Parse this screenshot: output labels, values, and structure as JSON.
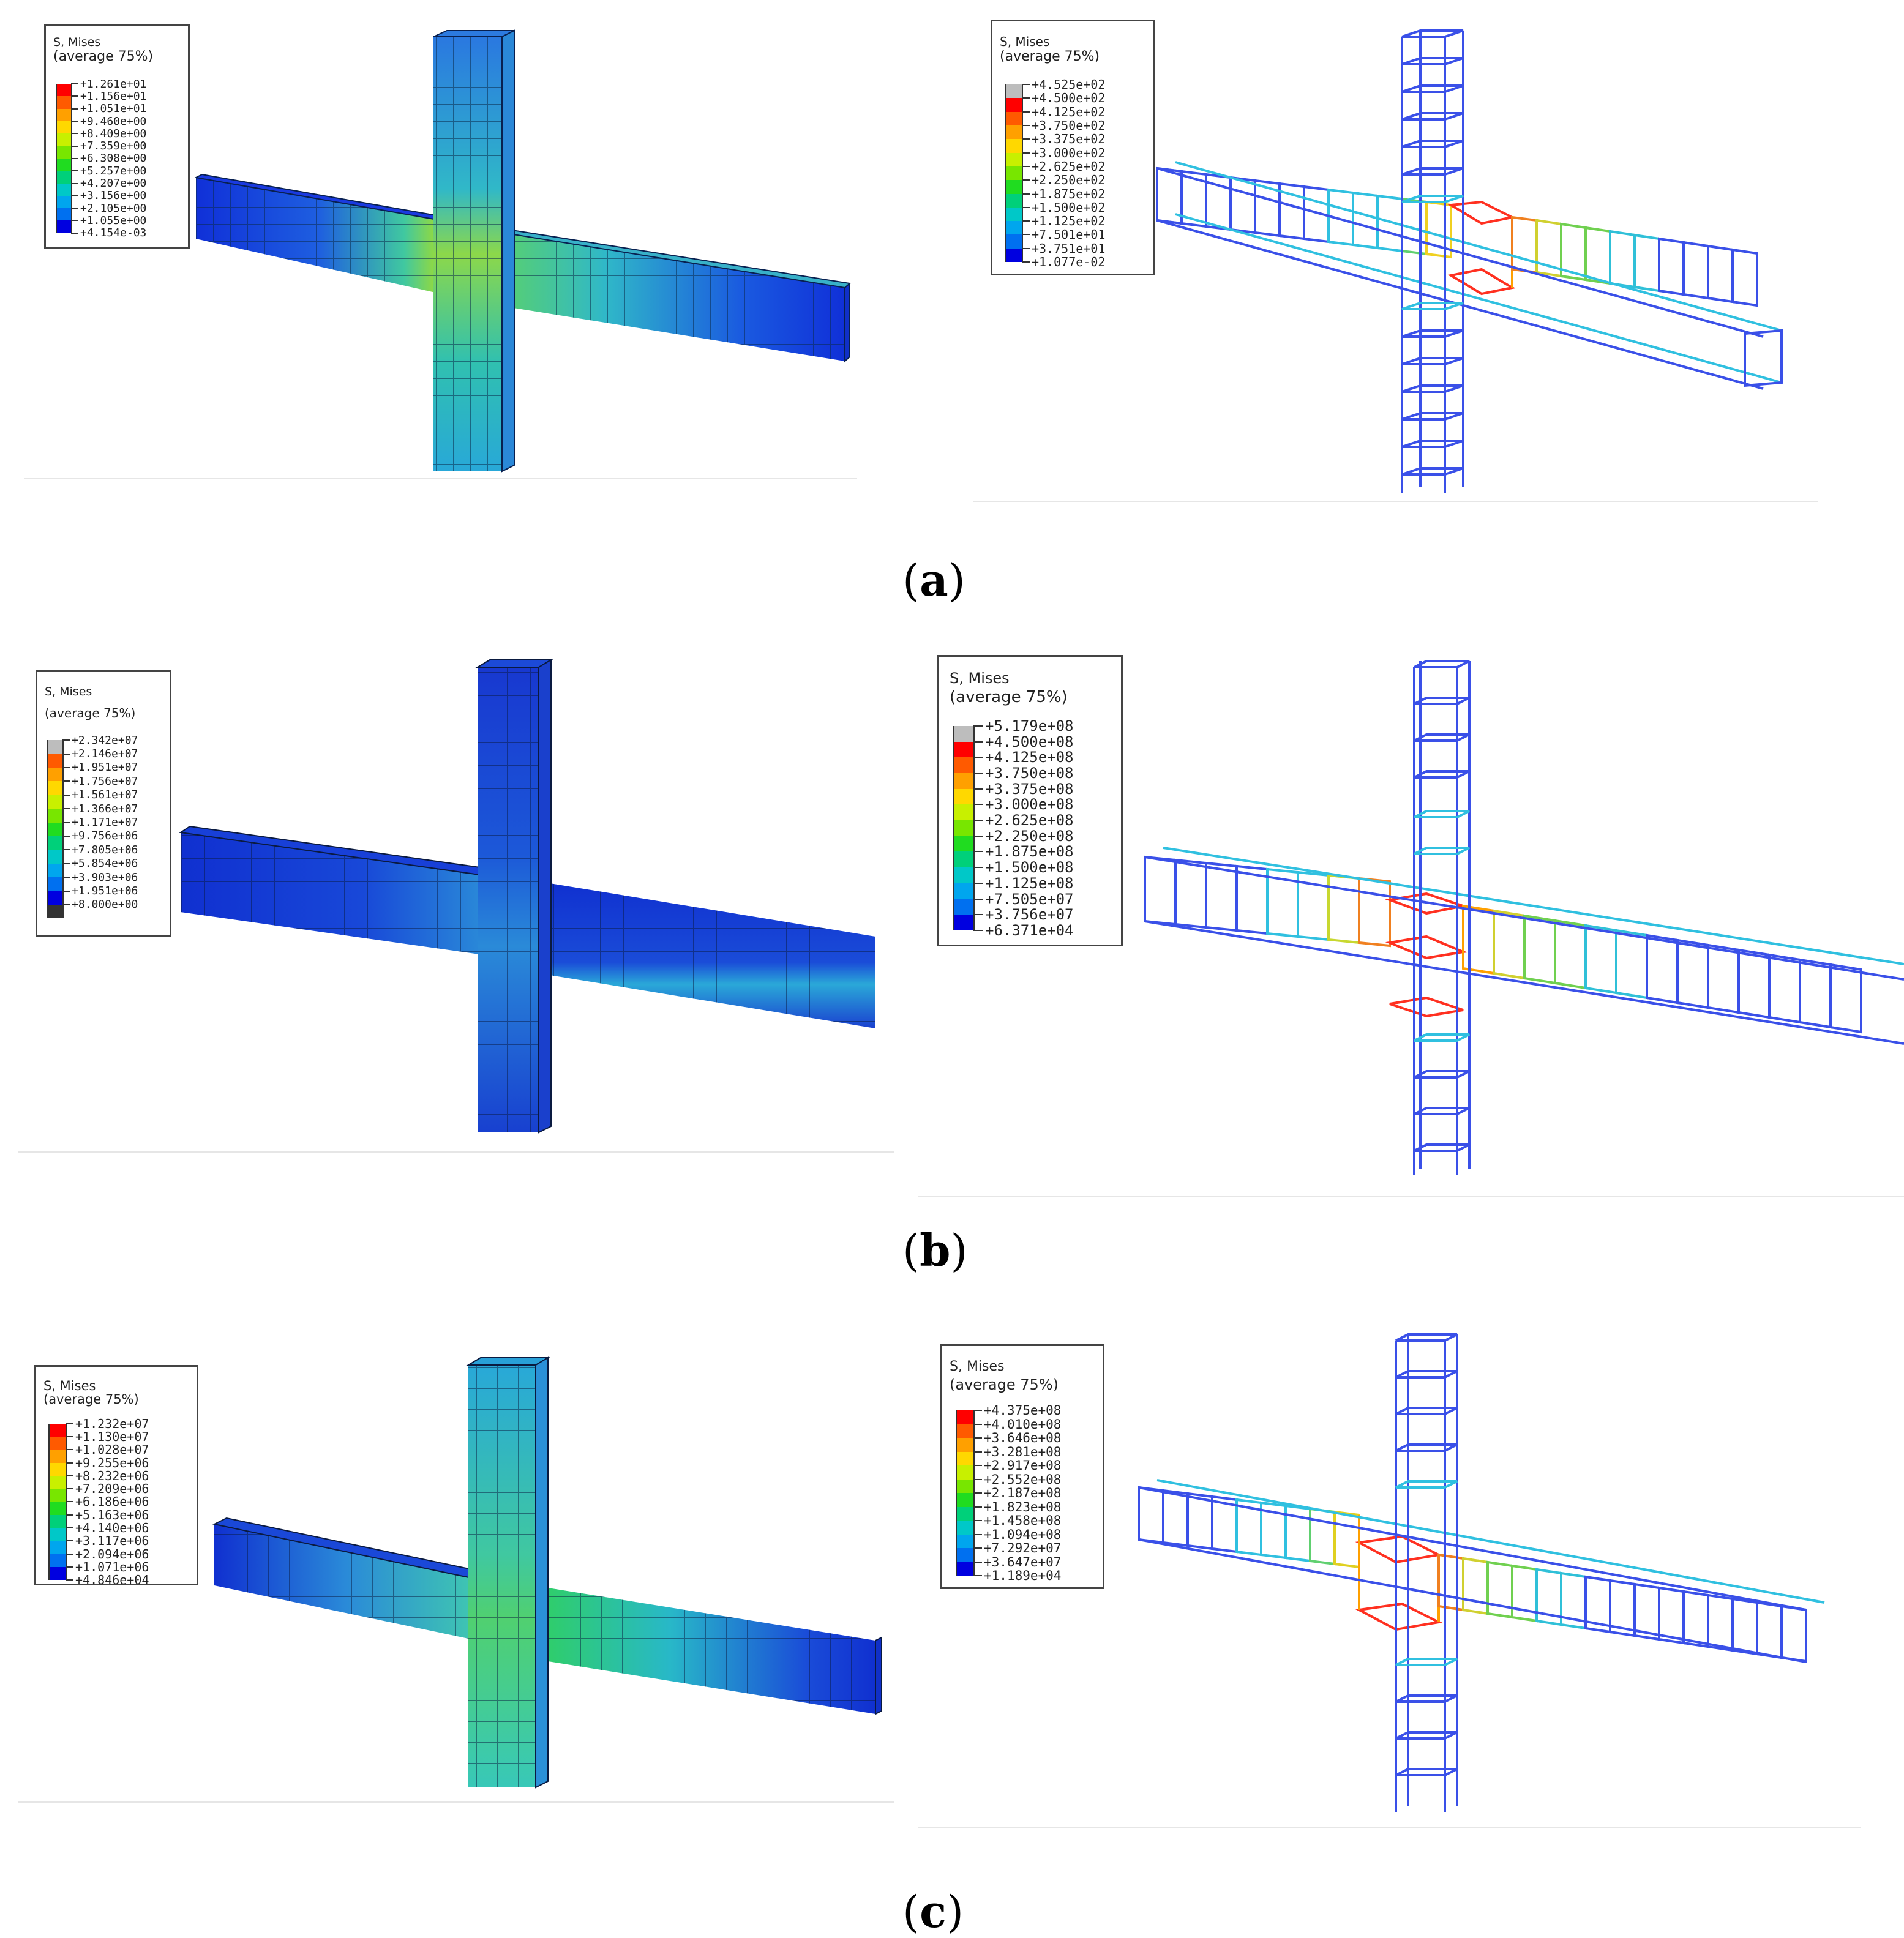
{
  "figure": {
    "captions": [
      "a",
      "b",
      "c"
    ],
    "legend_title": "S, Mises",
    "legend_subtitle": "(average 75%)"
  },
  "panels": [
    {
      "id": "a-concrete",
      "type": "solid",
      "legend_values": [
        "+1.261e+01",
        "+1.156e+01",
        "+1.051e+01",
        "+9.460e+00",
        "+8.409e+00",
        "+7.359e+00",
        "+6.308e+00",
        "+5.257e+00",
        "+4.207e+00",
        "+3.156e+00",
        "+2.105e+00",
        "+1.055e+00",
        "+4.154e-03"
      ],
      "legend_colors": [
        "#ff0000",
        "#ff5a00",
        "#ffa000",
        "#ffd800",
        "#c8f000",
        "#78e600",
        "#20dc20",
        "#00d07a",
        "#00c8c8",
        "#00a6ee",
        "#0070f0",
        "#0000e0"
      ]
    },
    {
      "id": "a-rebar",
      "type": "frame",
      "legend_values": [
        "+4.525e+02",
        "+4.500e+02",
        "+4.125e+02",
        "+3.750e+02",
        "+3.375e+02",
        "+3.000e+02",
        "+2.625e+02",
        "+2.250e+02",
        "+1.875e+02",
        "+1.500e+02",
        "+1.125e+02",
        "+7.501e+01",
        "+3.751e+01",
        "+1.077e-02"
      ],
      "legend_colors": [
        "#bdbdbd",
        "#ff0000",
        "#ff5a00",
        "#ffa000",
        "#ffd800",
        "#c8f000",
        "#78e600",
        "#20dc20",
        "#00d07a",
        "#00c8c8",
        "#00a6ee",
        "#0070f0",
        "#0000e0"
      ]
    },
    {
      "id": "b-concrete",
      "type": "solid",
      "legend_values": [
        "+2.342e+07",
        "+2.146e+07",
        "+1.951e+07",
        "+1.756e+07",
        "+1.561e+07",
        "+1.366e+07",
        "+1.171e+07",
        "+9.756e+06",
        "+7.805e+06",
        "+5.854e+06",
        "+3.903e+06",
        "+1.951e+06",
        "+8.000e+00"
      ],
      "legend_colors": [
        "#bdbdbd",
        "#ff5a00",
        "#ffa000",
        "#ffd800",
        "#c8f000",
        "#78e600",
        "#20dc20",
        "#00d07a",
        "#00c8c8",
        "#00a6ee",
        "#0070f0",
        "#0000e0",
        "#333333"
      ]
    },
    {
      "id": "b-rebar",
      "type": "frame",
      "legend_values": [
        "+5.179e+08",
        "+4.500e+08",
        "+4.125e+08",
        "+3.750e+08",
        "+3.375e+08",
        "+3.000e+08",
        "+2.625e+08",
        "+2.250e+08",
        "+1.875e+08",
        "+1.500e+08",
        "+1.125e+08",
        "+7.505e+07",
        "+3.756e+07",
        "+6.371e+04"
      ],
      "legend_colors": [
        "#bdbdbd",
        "#ff0000",
        "#ff5a00",
        "#ffa000",
        "#ffd800",
        "#c8f000",
        "#78e600",
        "#20dc20",
        "#00d07a",
        "#00c8c8",
        "#00a6ee",
        "#0070f0",
        "#0000e0"
      ]
    },
    {
      "id": "c-concrete",
      "type": "solid",
      "legend_values": [
        "+1.232e+07",
        "+1.130e+07",
        "+1.028e+07",
        "+9.255e+06",
        "+8.232e+06",
        "+7.209e+06",
        "+6.186e+06",
        "+5.163e+06",
        "+4.140e+06",
        "+3.117e+06",
        "+2.094e+06",
        "+1.071e+06",
        "+4.846e+04"
      ],
      "legend_colors": [
        "#ff0000",
        "#ff5a00",
        "#ffa000",
        "#ffd800",
        "#c8f000",
        "#78e600",
        "#20dc20",
        "#00d07a",
        "#00c8c8",
        "#00a6ee",
        "#0070f0",
        "#0000e0"
      ]
    },
    {
      "id": "c-rebar",
      "type": "frame",
      "legend_values": [
        "+4.375e+08",
        "+4.010e+08",
        "+3.646e+08",
        "+3.281e+08",
        "+2.917e+08",
        "+2.552e+08",
        "+2.187e+08",
        "+1.823e+08",
        "+1.458e+08",
        "+1.094e+08",
        "+7.292e+07",
        "+3.647e+07",
        "+1.189e+04"
      ],
      "legend_colors": [
        "#ff0000",
        "#ff5a00",
        "#ffa000",
        "#ffd800",
        "#c8f000",
        "#78e600",
        "#20dc20",
        "#00d07a",
        "#00c8c8",
        "#00a6ee",
        "#0070f0",
        "#0000e0"
      ]
    }
  ]
}
